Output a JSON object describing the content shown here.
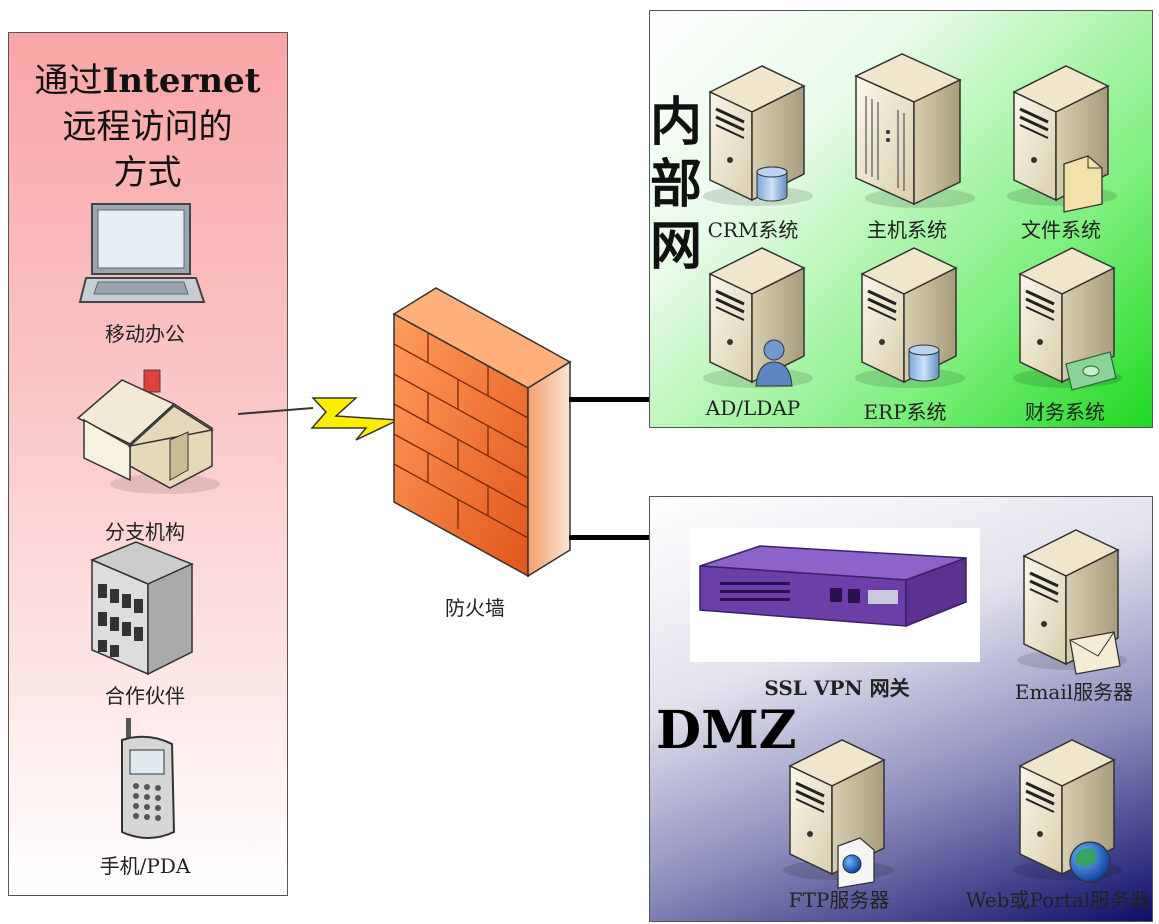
{
  "remote": {
    "title_prefix": "通过",
    "title_bold": "Internet",
    "title_line2": "远程访问的",
    "title_line3": "方式",
    "items": [
      {
        "label": "移动办公",
        "icon": "laptop-icon"
      },
      {
        "label": "分支机构",
        "icon": "house-icon"
      },
      {
        "label": "合作伙伴",
        "icon": "office-building-icon"
      },
      {
        "label": "手机/PDA",
        "icon": "mobile-phone-icon"
      }
    ]
  },
  "firewall": {
    "label": "防火墙",
    "icon": "firewall-icon"
  },
  "internal": {
    "title_chars": [
      "内",
      "部",
      "网"
    ],
    "servers": [
      {
        "label": "CRM系统",
        "icon": "database-server-icon"
      },
      {
        "label": "主机系统",
        "icon": "mainframe-icon"
      },
      {
        "label": "文件系统",
        "icon": "file-server-icon"
      },
      {
        "label": "AD/LDAP",
        "icon": "directory-server-icon"
      },
      {
        "label": "ERP系统",
        "icon": "database-server-icon"
      },
      {
        "label": "财务系统",
        "icon": "finance-server-icon"
      }
    ]
  },
  "dmz": {
    "title": "DMZ",
    "gateway_label": "SSL VPN 网关",
    "servers": [
      {
        "label": "Email服务器",
        "icon": "email-server-icon"
      },
      {
        "label": "FTP服务器",
        "icon": "ftp-server-icon"
      },
      {
        "label": "Web或Portal服务器",
        "icon": "web-server-icon"
      }
    ]
  },
  "colors": {
    "remote_panel": "#f9a5a5",
    "internal_panel": "#20d820",
    "dmz_panel": "#0f0f6a",
    "firewall": "#f07a2a",
    "lightning": "#ffee00",
    "gateway": "#6a3fa8"
  }
}
